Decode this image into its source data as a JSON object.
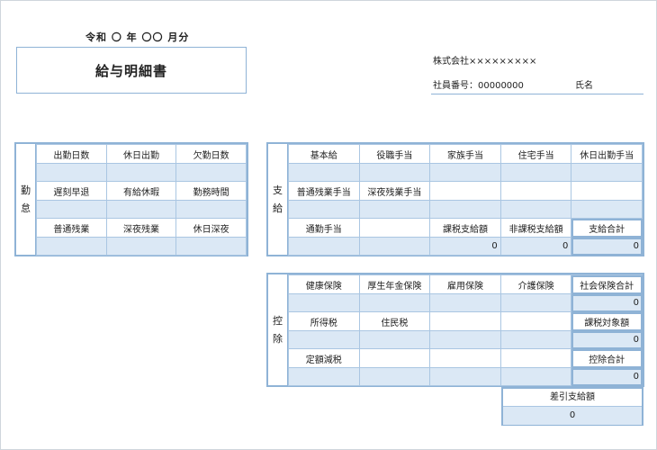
{
  "header": {
    "period": "令和 〇 年 〇〇 月分",
    "title": "給与明細書",
    "company": "株式会社×××××××××",
    "employee_no": "社員番号：00000000",
    "name_label": "氏名"
  },
  "attendance": {
    "label_chars": [
      "勤",
      "怠"
    ],
    "rows": [
      [
        "出勤日数",
        "休日出勤",
        "欠勤日数"
      ],
      [
        "",
        "",
        ""
      ],
      [
        "遅刻早退",
        "有給休暇",
        "勤務時間"
      ],
      [
        "",
        "",
        ""
      ],
      [
        "普通残業",
        "深夜残業",
        "休日深夜"
      ],
      [
        "",
        "",
        ""
      ]
    ]
  },
  "payment": {
    "label_chars": [
      "支",
      "給"
    ],
    "rows": [
      [
        "基本給",
        "役職手当",
        "家族手当",
        "住宅手当",
        "休日出勤手当"
      ],
      [
        "",
        "",
        "",
        "",
        ""
      ],
      [
        "普通残業手当",
        "深夜残業手当",
        "",
        "",
        ""
      ],
      [
        "",
        "",
        "",
        "",
        ""
      ],
      [
        "通勤手当",
        "",
        "課税支給額",
        "非課税支給額",
        "支給合計"
      ],
      [
        "",
        "",
        "0",
        "0",
        "0"
      ]
    ]
  },
  "deduction": {
    "label_chars": [
      "控",
      "除"
    ],
    "rows": [
      [
        "健康保険",
        "厚生年金保険",
        "雇用保険",
        "介護保険",
        "社会保険合計"
      ],
      [
        "",
        "",
        "",
        "",
        "0"
      ],
      [
        "所得税",
        "住民税",
        "",
        "",
        "課税対象額"
      ],
      [
        "",
        "",
        "",
        "",
        "0"
      ],
      [
        "定額減税",
        "",
        "",
        "",
        "控除合計"
      ],
      [
        "",
        "",
        "",
        "",
        "0"
      ]
    ]
  },
  "net": {
    "label": "差引支給額",
    "value": "0"
  }
}
